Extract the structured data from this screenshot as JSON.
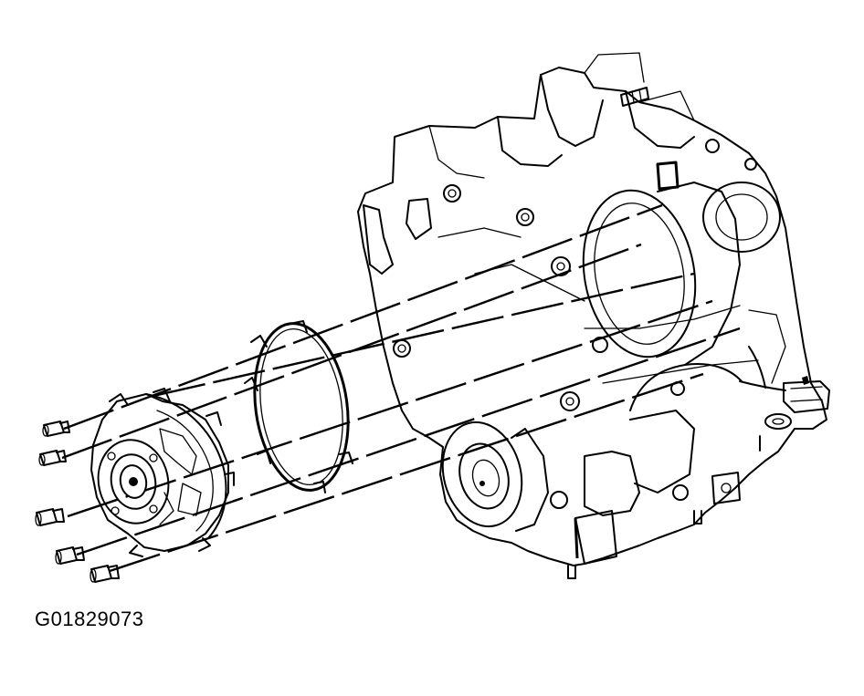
{
  "figure": {
    "id_label": "G01829073",
    "parts": [
      {
        "name": "transmission-housing"
      },
      {
        "name": "pump-assembly"
      },
      {
        "name": "seal-ring"
      },
      {
        "name": "bolt",
        "count": 5
      }
    ]
  },
  "colors": {
    "ink": "#000000",
    "background": "#ffffff"
  }
}
